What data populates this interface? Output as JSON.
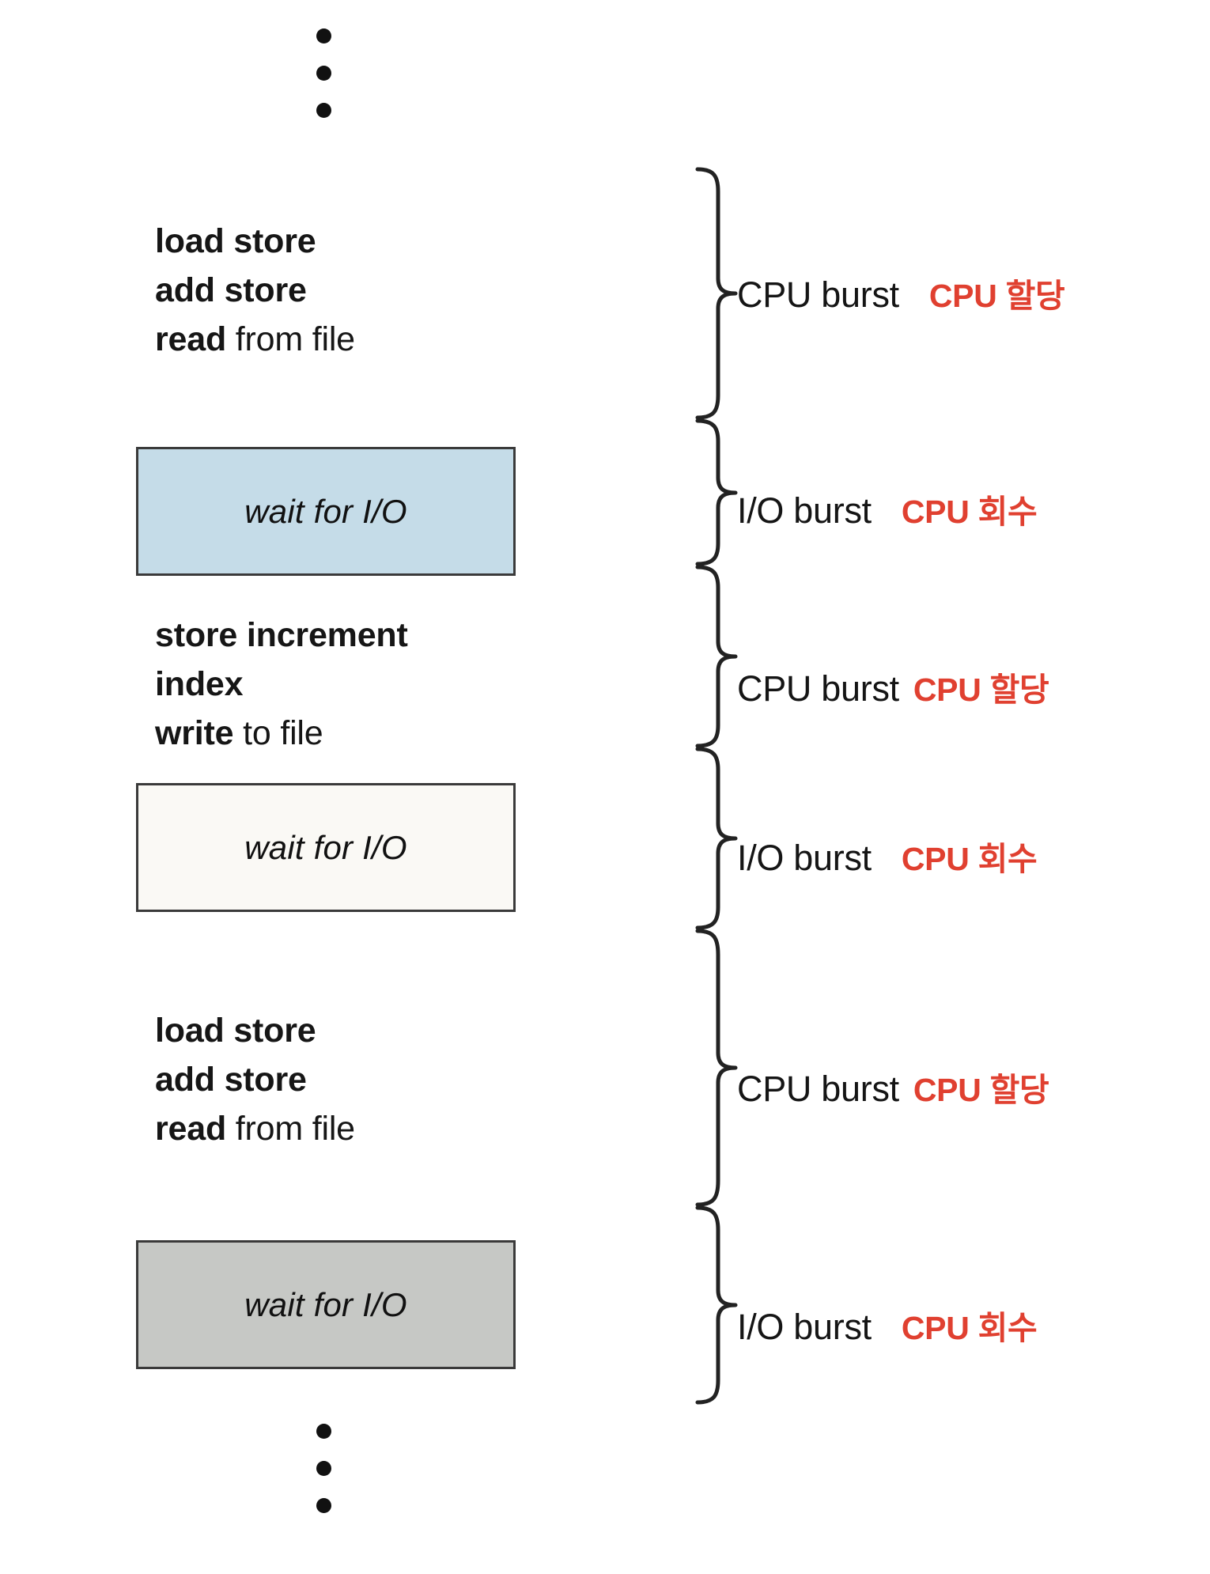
{
  "figure": {
    "top_ellipsis": {
      "name": "vertical-ellipsis-top",
      "dots": 3
    },
    "bottom_ellipsis": {
      "name": "vertical-ellipsis-bottom",
      "dots": 3
    },
    "code_blocks": [
      {
        "id": "cpu-block-1",
        "lines": [
          {
            "bold": "load store",
            "plain": ""
          },
          {
            "bold": "add store",
            "plain": ""
          },
          {
            "bold": "read",
            "plain": " from file"
          }
        ]
      },
      {
        "id": "cpu-block-2",
        "lines": [
          {
            "bold": "store increment",
            "plain": ""
          },
          {
            "bold": "index",
            "plain": ""
          },
          {
            "bold": "write",
            "plain": " to file"
          }
        ]
      },
      {
        "id": "cpu-block-3",
        "lines": [
          {
            "bold": "load store",
            "plain": ""
          },
          {
            "bold": "add store",
            "plain": ""
          },
          {
            "bold": "read",
            "plain": " from file"
          }
        ]
      }
    ],
    "wait_boxes": [
      {
        "id": "wait-box-1",
        "label": "wait for I/O",
        "fill": "#c5dce8",
        "border": "#3a3a3a"
      },
      {
        "id": "wait-box-2",
        "label": "wait for I/O",
        "fill": "#faf9f5",
        "border": "#3a3a3a"
      },
      {
        "id": "wait-box-3",
        "label": "wait for I/O",
        "fill": "#c6c8c5",
        "border": "#3a3a3a"
      }
    ],
    "burst_rows": [
      {
        "id": "burst-1",
        "burst": "CPU burst",
        "annotation": "CPU 할당"
      },
      {
        "id": "burst-2",
        "burst": "I/O burst",
        "annotation": "CPU 회수"
      },
      {
        "id": "burst-3",
        "burst": "CPU burst",
        "annotation": "CPU 할당"
      },
      {
        "id": "burst-4",
        "burst": "I/O burst",
        "annotation": "CPU 회수"
      },
      {
        "id": "burst-5",
        "burst": "CPU burst",
        "annotation": "CPU 할당"
      },
      {
        "id": "burst-6",
        "burst": "I/O burst",
        "annotation": "CPU 회수"
      }
    ],
    "colors": {
      "text": "#151515",
      "annotation_red": "#e04030",
      "brace_stroke": "#222222",
      "box_border": "#3a3a3a",
      "wait_blue": "#c5dce8",
      "wait_white": "#faf9f5",
      "wait_gray": "#c6c8c5",
      "background": "#ffffff"
    }
  }
}
